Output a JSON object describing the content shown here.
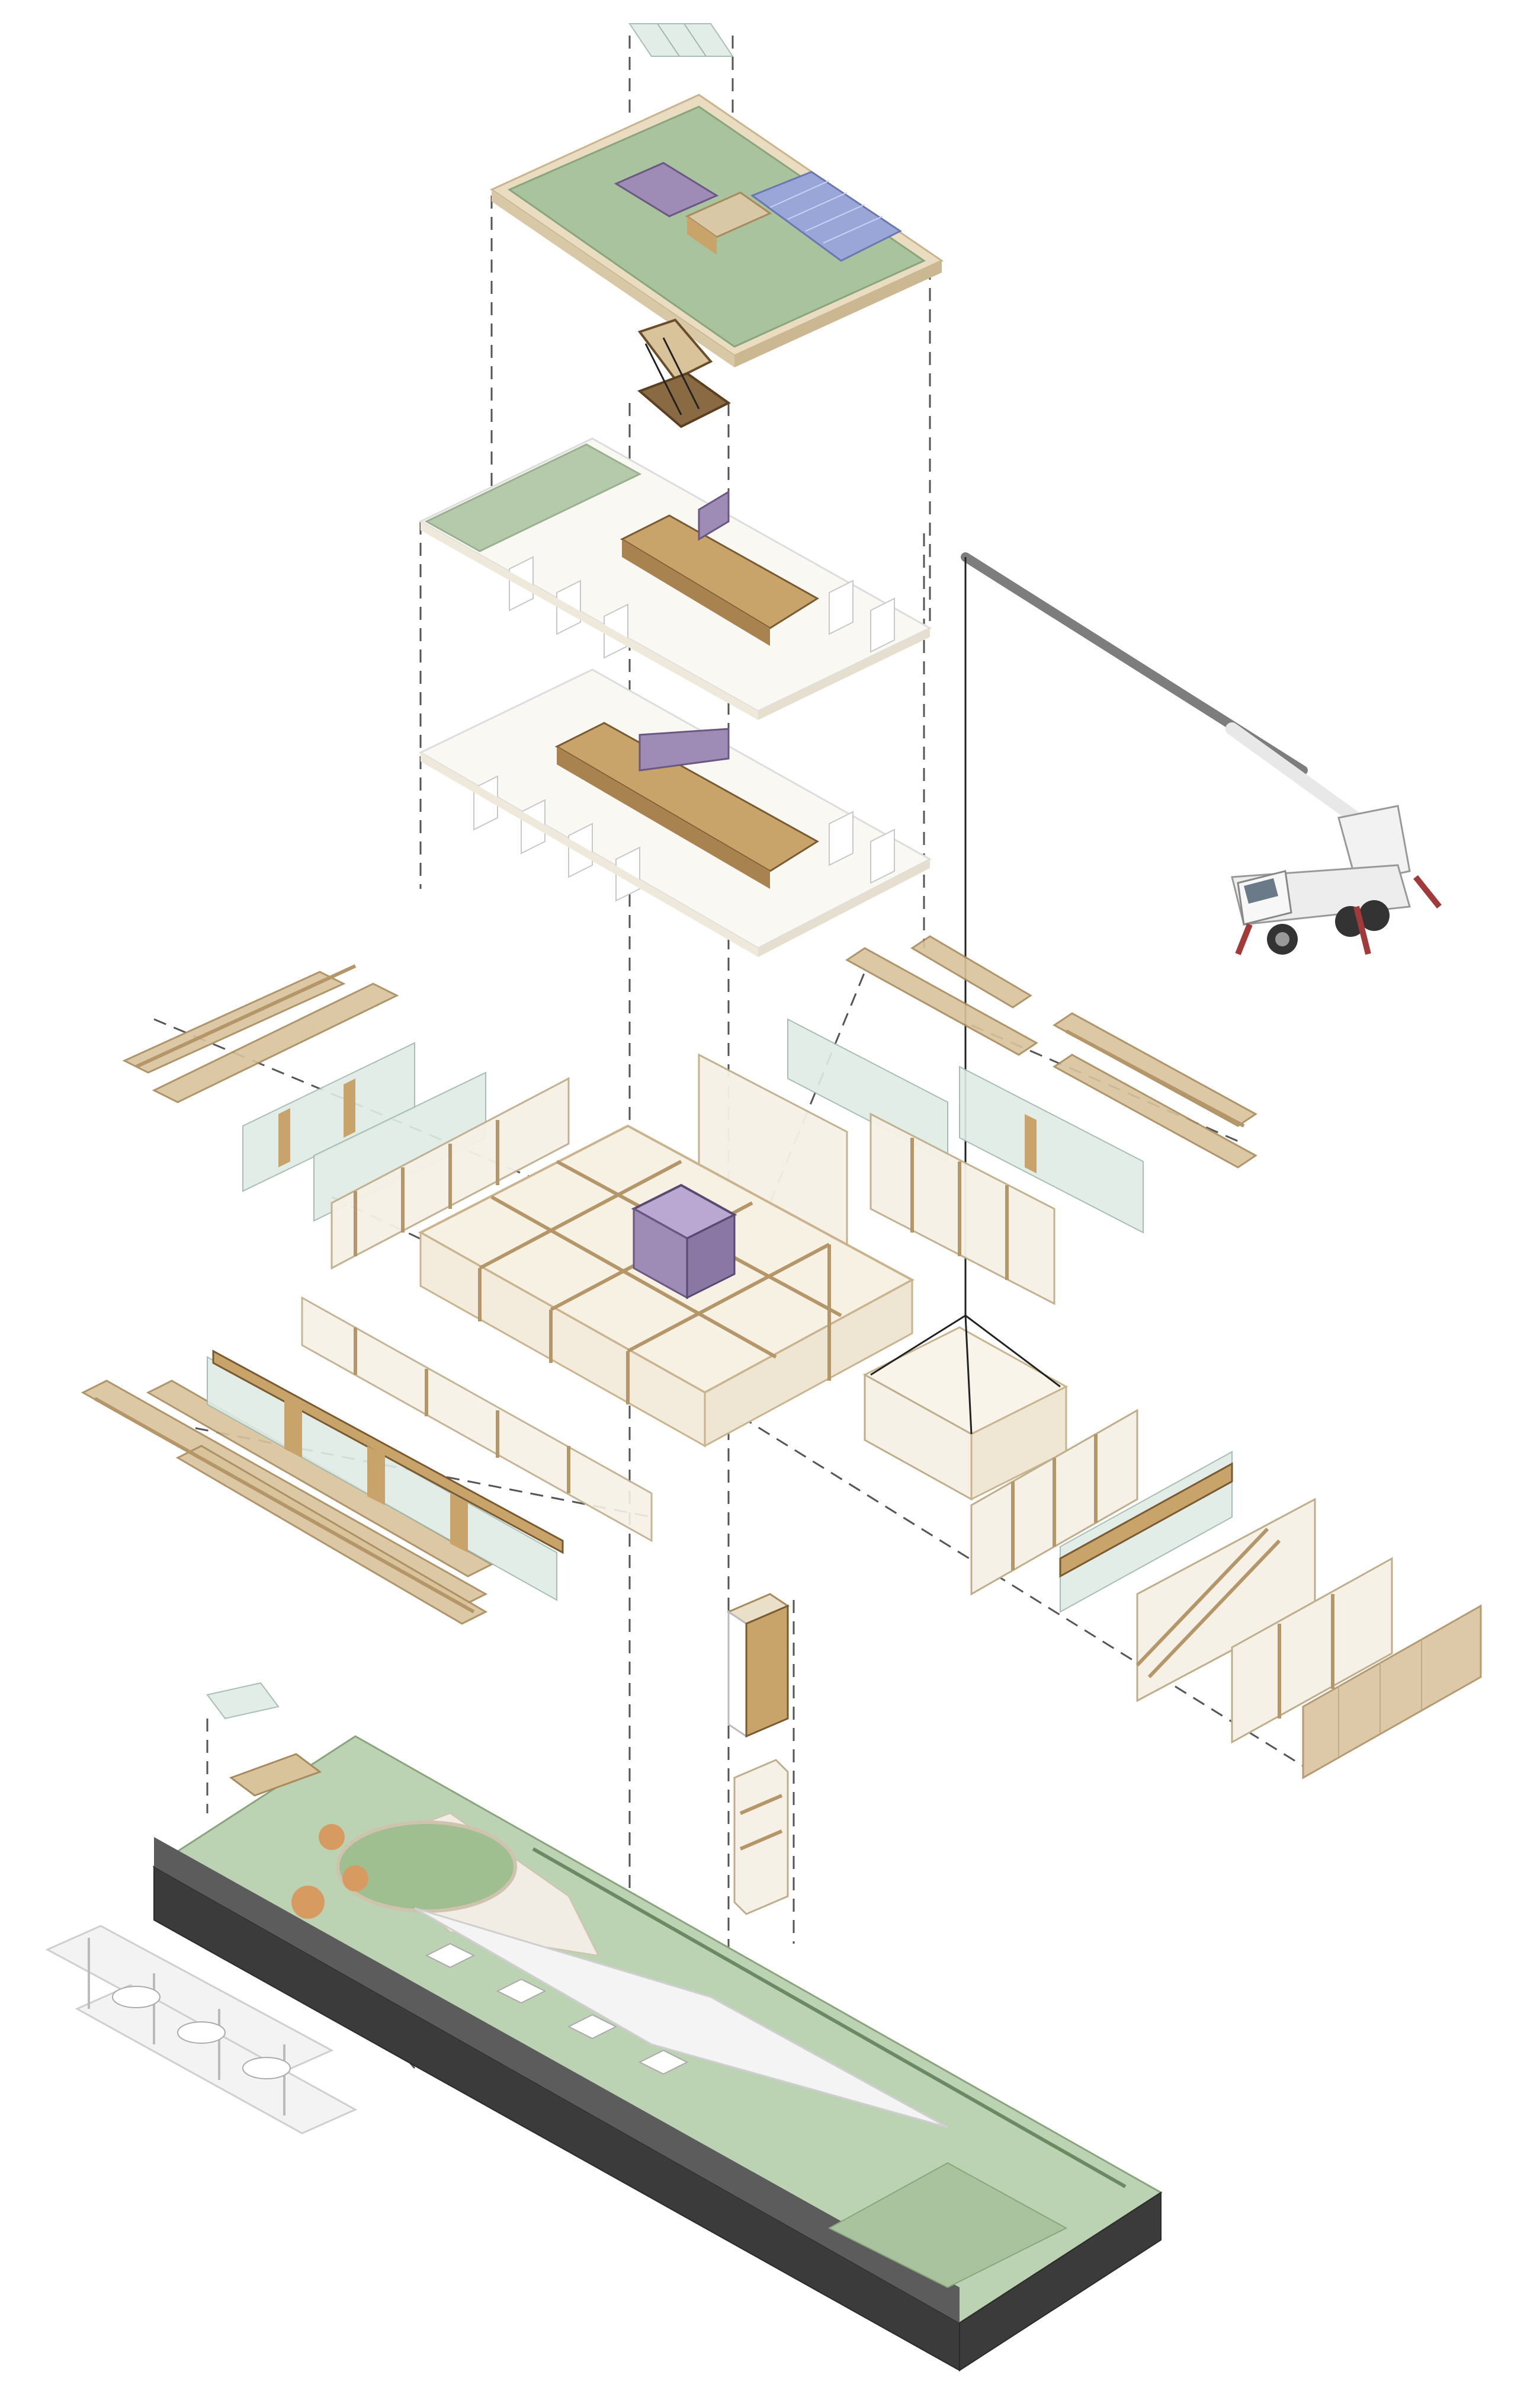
{
  "colors": {
    "background": "#ffffff",
    "timber": "#d9c39b",
    "timber_dark": "#b59668",
    "green_roof": "#a9c39e",
    "core_wall": "#c8a36a",
    "purple_elevator": "#9f8cb6",
    "podium_base": "#3b3b3b",
    "guide_lines": "#555555"
  },
  "components": [
    "skylight",
    "green-roof",
    "solar-panels",
    "stair",
    "upper-office-floor",
    "lower-office-floor",
    "timber-frame",
    "elevator-shaft",
    "facade-panels",
    "hoisted-module",
    "mobile-crane",
    "stair-core-module",
    "podium-roof-garden",
    "parking-garage"
  ]
}
